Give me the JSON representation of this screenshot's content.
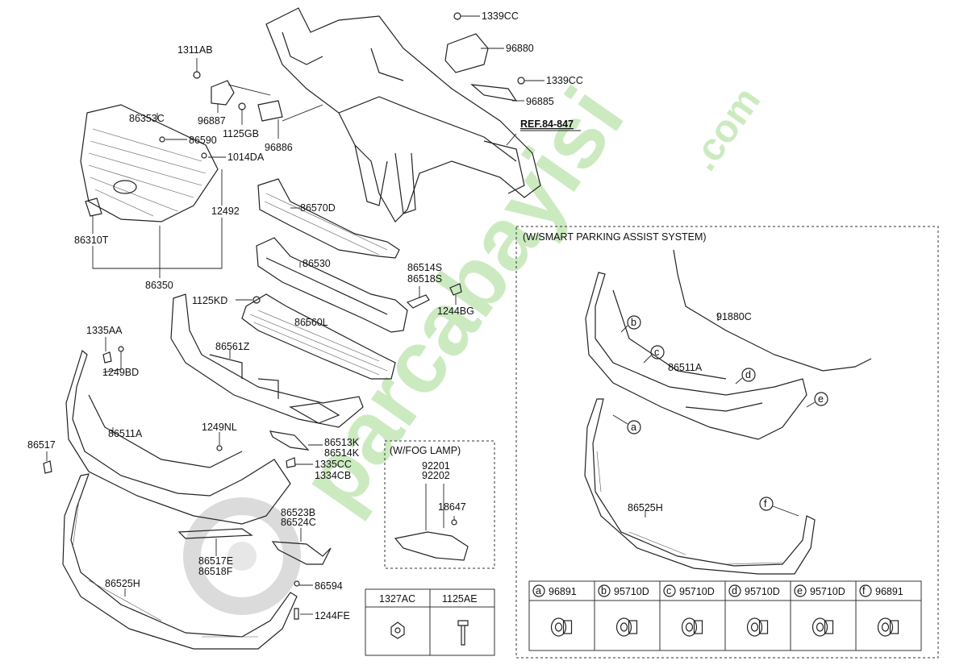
{
  "watermark": {
    "text": "parcabayisi",
    "suffix": ".com",
    "color_main": "#6cc24a",
    "color_alt": "#3a6fc4"
  },
  "ref_label": "REF.84-847",
  "labels": {
    "p1339cc_top": "1339CC",
    "p96880": "96880",
    "p1339cc_mid": "1339CC",
    "p96885": "96885",
    "p1311ab": "1311AB",
    "p96887": "96887",
    "p1125gb": "1125GB",
    "p96886": "96886",
    "p86353c": "86353C",
    "p86590": "86590",
    "p1014da": "1014DA",
    "p12492": "12492",
    "p86310t": "86310T",
    "p86350": "86350",
    "p86570d": "86570D",
    "p86530": "86530",
    "p86514s": "86514S",
    "p86518s": "86518S",
    "p1244bg": "1244BG",
    "p1125kd": "1125KD",
    "p86560l": "86560L",
    "p1335aa": "1335AA",
    "p1249bd": "1249BD",
    "p86561z": "86561Z",
    "p86517": "86517",
    "p86511a_left": "86511A",
    "p1249nl": "1249NL",
    "p86513k": "86513K",
    "p86514k": "86514K",
    "p1335cc": "1335CC",
    "p1334cb": "1334CB",
    "p86523b": "86523B",
    "p86524c": "86524C",
    "p86517e": "86517E",
    "p86518f": "86518F",
    "p86594": "86594",
    "p86525h_left": "86525H",
    "p1244fe": "1244FE",
    "p92201": "92201",
    "p92202": "92202",
    "p18647": "18647",
    "p91880c": "91880C",
    "p86511a_right": "86511A",
    "p86525h_right": "86525H"
  },
  "fog_lamp_box": {
    "title": "(W/FOG LAMP)"
  },
  "spa_box": {
    "title": "(W/SMART PARKING ASSIST SYSTEM)"
  },
  "callouts": {
    "a": "a",
    "b": "b",
    "c": "c",
    "d": "d",
    "e": "e",
    "f": "f"
  },
  "fastener_table": {
    "headers": [
      "1327AC",
      "1125AE"
    ]
  },
  "sensor_table": [
    {
      "letter": "a",
      "part": "96891"
    },
    {
      "letter": "b",
      "part": "95710D"
    },
    {
      "letter": "c",
      "part": "95710D"
    },
    {
      "letter": "d",
      "part": "95710D"
    },
    {
      "letter": "e",
      "part": "95710D"
    },
    {
      "letter": "f",
      "part": "96891"
    }
  ]
}
